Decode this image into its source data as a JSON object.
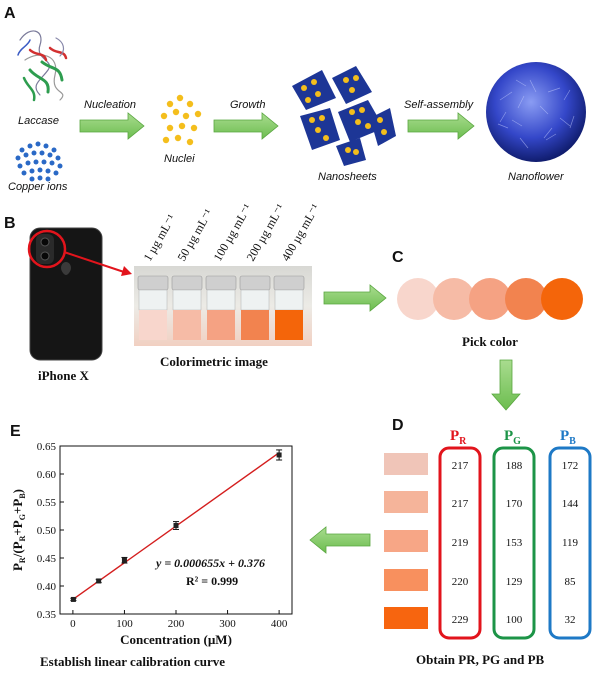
{
  "panels": {
    "a": "A",
    "b": "B",
    "c": "C",
    "d": "D",
    "e": "E"
  },
  "panel_a": {
    "laccase": "Laccase",
    "copper": "Copper ions",
    "nucleation": "Nucleation",
    "nuclei": "Nuclei",
    "growth": "Growth",
    "nanosheets": "Nanosheets",
    "self_assembly": "Self-assembly",
    "nanoflower": "Nanoflower"
  },
  "panel_b": {
    "concentrations": [
      "1 µg mL⁻¹",
      "50 µg mL⁻¹",
      "100 µg mL⁻¹",
      "200 µg mL⁻¹",
      "400 µg mL⁻¹"
    ],
    "iphone": "iPhone X",
    "image_label": "Colorimetric image"
  },
  "panel_c": {
    "label": "Pick color",
    "colors": [
      "#f8d6cc",
      "#f6bba6",
      "#f5a283",
      "#f2834f",
      "#f4650a"
    ]
  },
  "panel_d": {
    "headers": {
      "r_main": "P",
      "r_sub": "R",
      "g_main": "P",
      "g_sub": "G",
      "b_main": "P",
      "b_sub": "B"
    },
    "swatches": [
      "#f0c5b8",
      "#f5b49a",
      "#f7a686",
      "#f8905e",
      "#f7650f"
    ],
    "r": [
      "217",
      "217",
      "219",
      "220",
      "229"
    ],
    "g": [
      "188",
      "170",
      "153",
      "129",
      "100"
    ],
    "b": [
      "172",
      "144",
      "119",
      "85",
      "32"
    ],
    "caption": "Obtain PR, PG and PB"
  },
  "chart_data": {
    "type": "scatter",
    "title": "Establish linear calibration curve",
    "xlabel": "Concentration (µM)",
    "ylabel": "PR/(PR+PG+PB)",
    "x": [
      1,
      50,
      100,
      200,
      400
    ],
    "y": [
      0.376,
      0.409,
      0.446,
      0.508,
      0.634
    ],
    "errors": [
      0.002,
      0.003,
      0.005,
      0.007,
      0.009
    ],
    "xlim": [
      -25,
      425
    ],
    "ylim": [
      0.35,
      0.65
    ],
    "xticks": [
      "0",
      "100",
      "200",
      "300",
      "400"
    ],
    "yticks": [
      "0.35",
      "0.40",
      "0.45",
      "0.50",
      "0.55",
      "0.60",
      "0.65"
    ],
    "equation": "y = 0.000655x + 0.376",
    "r2": "R² = 0.999",
    "fit": {
      "slope": 0.000655,
      "intercept": 0.376
    }
  }
}
